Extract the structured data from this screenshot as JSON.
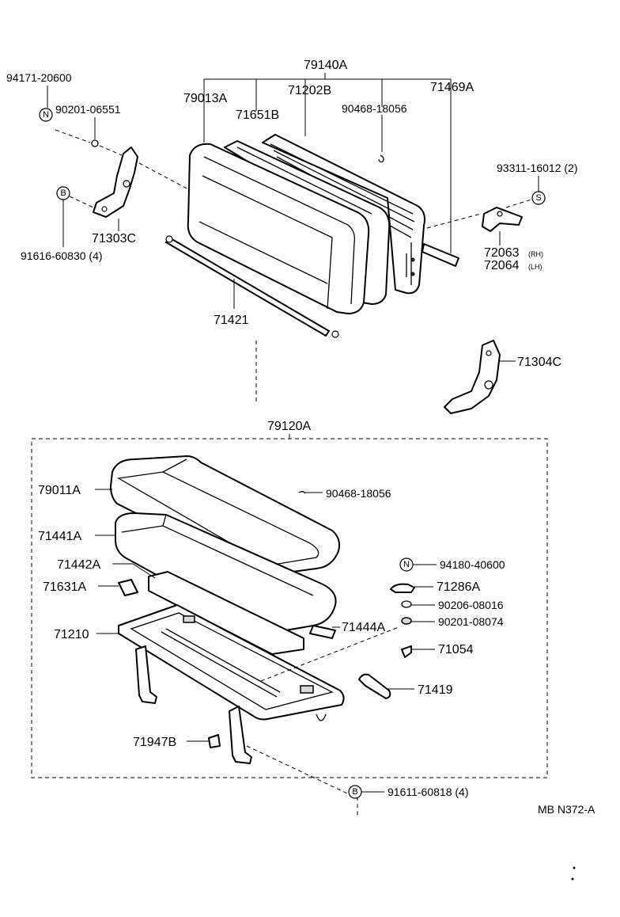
{
  "labels": {
    "assy_backrest": "79140A",
    "p_94171": "94171-20600",
    "p_90201a": "90201-06551",
    "p_79013": "79013A",
    "p_71651": "71651B",
    "p_71202": "71202B",
    "p_90468a": "90468-18056",
    "p_71469": "71469A",
    "p_93311": "93311-16012 (2)",
    "p_91616": "91616-60830 (4)",
    "p_71303": "71303C",
    "p_72063": "72063",
    "p_72063_sub": "(RH)",
    "p_72064": "72064",
    "p_72064_sub": "(LH)",
    "p_71421": "71421",
    "p_71304": "71304C",
    "assy_seat": "79120A",
    "p_79011": "79011A",
    "p_90468b": "90468-18056",
    "p_71441": "71441A",
    "p_94180": "94180-40600",
    "p_71442": "71442A",
    "p_71631": "71631A",
    "p_71286": "71286A",
    "p_90206": "90206-08016",
    "p_71210": "71210",
    "p_71444": "71444A",
    "p_90201b": "90201-08074",
    "p_71054": "71054",
    "p_71419": "71419",
    "p_71947": "71947B",
    "p_91611": "91611-60818 (4)",
    "ref_code": "MB N372-A"
  },
  "symbols": {
    "n": "N",
    "b": "B",
    "s": "S"
  }
}
